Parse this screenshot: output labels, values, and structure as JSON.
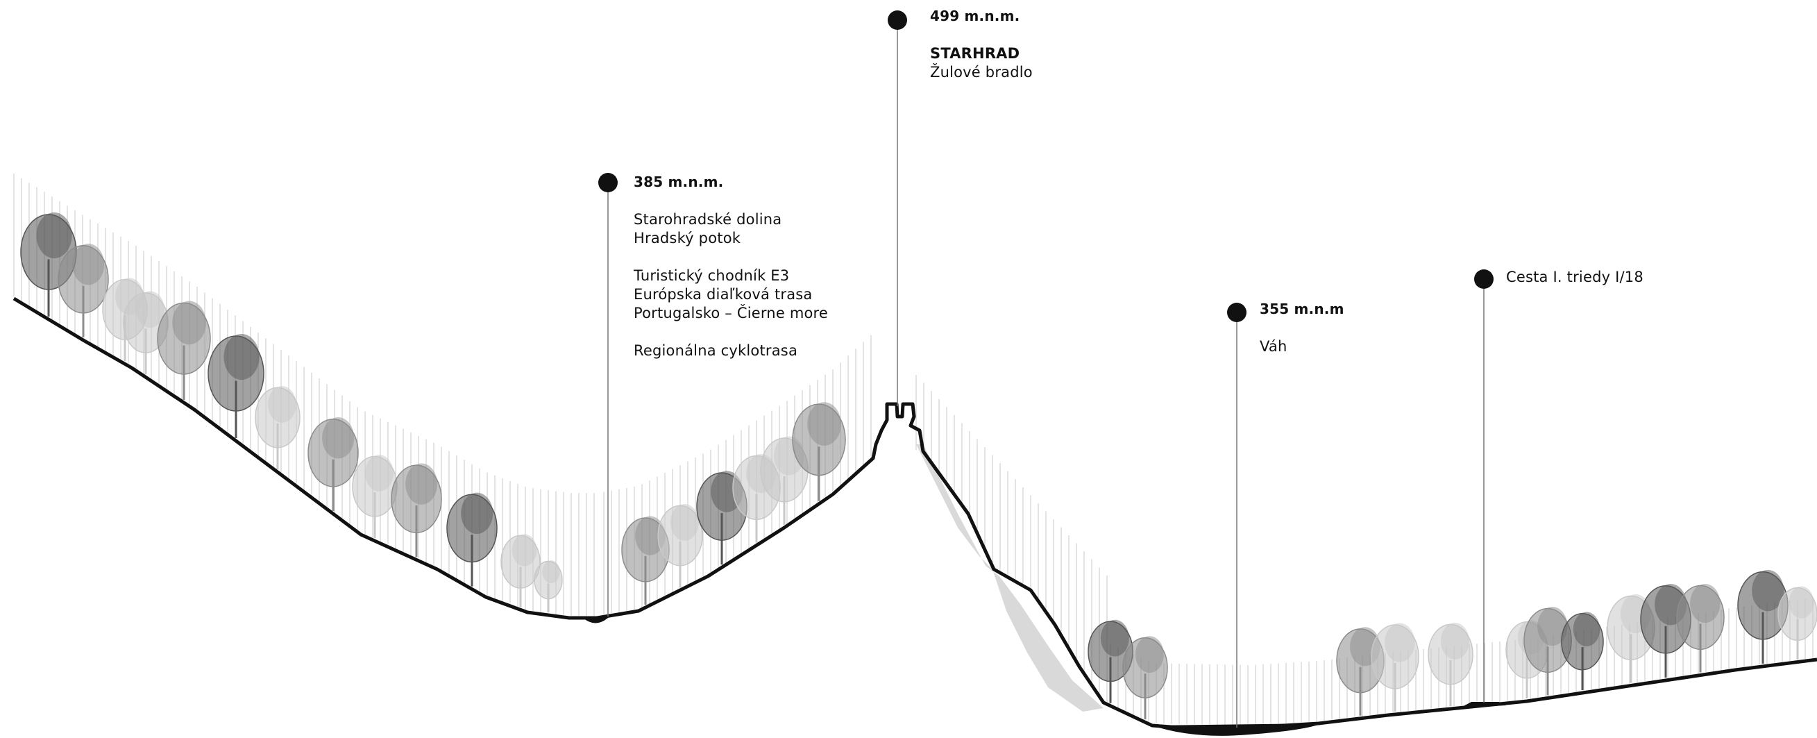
{
  "markers": {
    "starhrad": {
      "elevation": "499 m.n.m.",
      "name": "STARHRAD",
      "desc": "Žulové bradlo"
    },
    "valley": {
      "elevation": "385 m.n.m.",
      "lines": [
        "Starohradské dolina",
        "Hradský potok",
        "Turistický chodník E3",
        "Európska diaľková trasa",
        "Portugalsko – Čierne more",
        "Regionálna cyklotrasa"
      ]
    },
    "river": {
      "elevation": "355 m.n.m",
      "name": "Váh"
    },
    "road": {
      "name": "Cesta I. triedy I/18"
    }
  },
  "colors": {
    "terrain": "#111111",
    "shadow": "#d9d9d9",
    "tree_dark": "#555555",
    "tree_mid": "#8c8c8c",
    "tree_light": "#c8c8c8"
  }
}
